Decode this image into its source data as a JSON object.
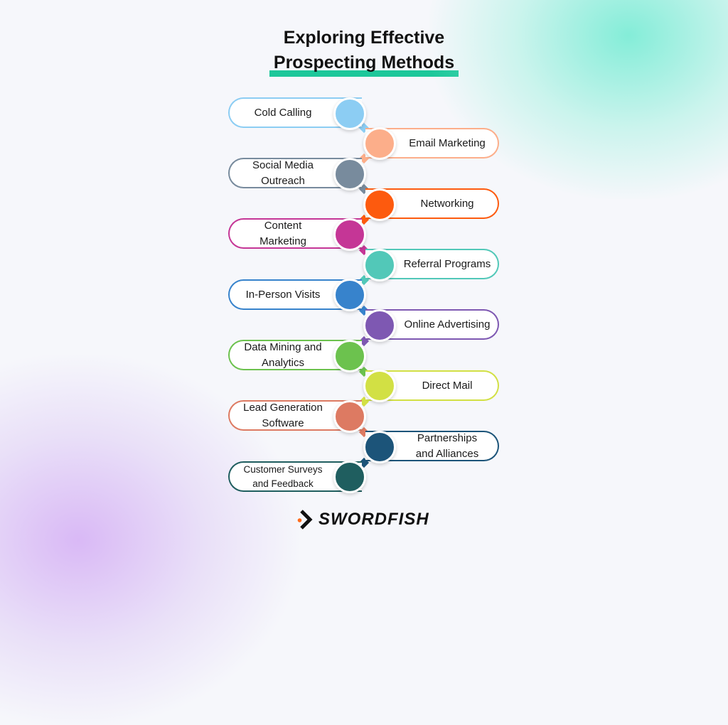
{
  "title": {
    "line1": "Exploring Effective",
    "line2": "Prospecting Methods",
    "highlight_color": "#1dc79a"
  },
  "methods": [
    {
      "label": "Cold Calling",
      "side": "left",
      "color": "#8ccdf3"
    },
    {
      "label": "Email Marketing",
      "side": "right",
      "color": "#fcae8a"
    },
    {
      "label": "Social Media Outreach",
      "side": "left",
      "color": "#788b9d"
    },
    {
      "label": "Networking",
      "side": "right",
      "color": "#fd5a0e"
    },
    {
      "label": "Content Marketing",
      "side": "left",
      "color": "#c53696"
    },
    {
      "label": "Referral Programs",
      "side": "right",
      "color": "#52c8b8"
    },
    {
      "label": "In-Person Visits",
      "side": "left",
      "color": "#3783cc"
    },
    {
      "label": "Online Advertising",
      "side": "right",
      "color": "#7e58b2"
    },
    {
      "label": "Data Mining and Analytics",
      "side": "left",
      "color": "#6cc24e"
    },
    {
      "label": "Direct Mail",
      "side": "right",
      "color": "#d2e044"
    },
    {
      "label": "Lead Generation Software",
      "side": "left",
      "color": "#dd7a62"
    },
    {
      "label": "Partnerships and Alliances",
      "side": "right",
      "color": "#1c5479"
    },
    {
      "label": "Customer Surveys and Feedback",
      "side": "left",
      "color": "#1f5e5f"
    }
  ],
  "brand": {
    "name": "SWORDFISH",
    "icon": "chevron-right-icon",
    "accent": "#ff6a1a"
  }
}
